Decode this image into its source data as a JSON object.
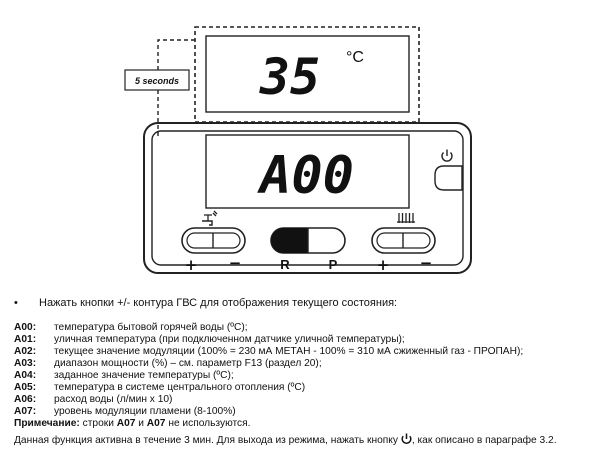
{
  "figure": {
    "top_display": {
      "value": "35",
      "unit": "°C"
    },
    "callout_label": "5 seconds",
    "main_display": {
      "value": "A00"
    },
    "button_labels": {
      "plus_left": "+",
      "minus_left": "−",
      "reset": "R",
      "program": "P",
      "plus_right": "+",
      "minus_right": "−"
    },
    "icons": [
      "power-icon",
      "hot-water-tap-icon",
      "radiator-icon"
    ]
  },
  "bullet": "Нажать кнопки +/- контура ГВС для отображения текущего состояния:",
  "codes": [
    {
      "id": "A00:",
      "desc": "температура бытовой горячей воды (ºC);"
    },
    {
      "id": "A01:",
      "desc": "уличная температура (при подключенном датчике уличной температуры);"
    },
    {
      "id": "A02:",
      "desc": "текущее значение модуляции (100% = 230 мА МЕТАН - 100% = 310 мА сжиженный газ - ПРОПАН);"
    },
    {
      "id": "A03:",
      "desc": "диапазон мощности (%) – см. параметр F13 (раздел 20);"
    },
    {
      "id": "A04:",
      "desc": "заданное значение температуры (ºC);"
    },
    {
      "id": "A05:",
      "desc": "температура в системе центрального отопления (ºC)"
    },
    {
      "id": "A06:",
      "desc": "расход воды (л/мин x 10)"
    },
    {
      "id": "A07:",
      "desc": "уровень модуляции пламени (8-100%)"
    }
  ],
  "note": {
    "label": "Примечание:",
    "text_1": " строки ",
    "code_1": "A07",
    "text_2": " и ",
    "code_2": "A07",
    "text_3": " не используются."
  },
  "final": {
    "text_1": "Данная функция активна в течение 3 мин. Для выхода из режима, нажать кнопку ",
    "text_2": ", как описано в параграфе 3.2."
  }
}
